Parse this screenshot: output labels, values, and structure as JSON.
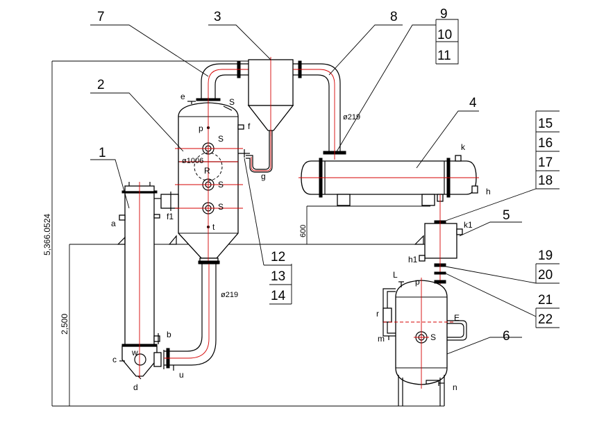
{
  "part_numbers": {
    "n1": "1",
    "n2": "2",
    "n3": "3",
    "n4": "4",
    "n5": "5",
    "n6": "6",
    "n7": "7",
    "n8": "8",
    "n9": "9",
    "n10": "10",
    "n11": "11",
    "n12": "12",
    "n13": "13",
    "n14": "14",
    "n15": "15",
    "n16": "16",
    "n17": "17",
    "n18": "18",
    "n19": "19",
    "n20": "20",
    "n21": "21",
    "n22": "22"
  },
  "nozzles": {
    "a": "a",
    "b": "b",
    "c": "c",
    "d": "d",
    "e": "e",
    "f": "f",
    "f1": "f1",
    "g": "g",
    "h": "h",
    "h1": "h1",
    "k": "k",
    "k1": "k1",
    "L": "L",
    "m": "m",
    "n": "n",
    "p_evap": "p",
    "p_tank": "p",
    "t": "t",
    "u": "u",
    "w": "w",
    "R": "R",
    "r": "r",
    "S1": "S",
    "S2": "S",
    "S3": "S",
    "S4": "S",
    "S5": "S",
    "E_evap": "t",
    "E_tank": "E"
  },
  "dimensions": {
    "overall_height": "5,366.0524",
    "lower_height": "2,500",
    "cond_height": "600",
    "shell_dia": "ø1006",
    "pipe_upper": "ø219",
    "pipe_lower": "ø219"
  },
  "colors": {
    "line": "#000000",
    "centerline": "#d40000",
    "background": "#ffffff"
  }
}
